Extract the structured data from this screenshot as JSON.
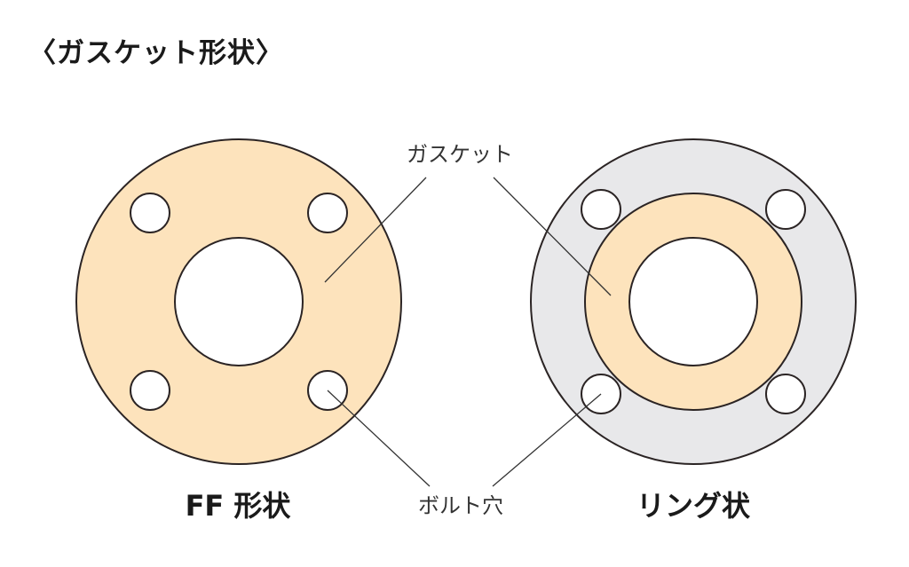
{
  "title": "〈ガスケット形状〉",
  "callouts": {
    "gasket": "ガスケット",
    "bolt_hole": "ボルト穴"
  },
  "shapes": {
    "ff": {
      "label": "FF 形状"
    },
    "ring": {
      "label": "リング状"
    }
  },
  "colors": {
    "gasket_fill": "#fde3bc",
    "flange_fill": "#e8e8ea",
    "outline": "#2b2424",
    "leader_line": "#333333",
    "hole_fill": "#ffffff"
  }
}
